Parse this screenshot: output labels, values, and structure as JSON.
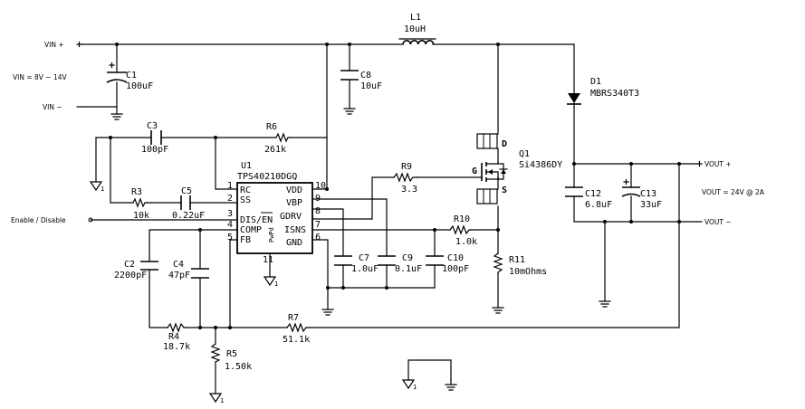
{
  "ports": {
    "vin_plus": "VIN +",
    "vin_minus": "VIN −",
    "vin_range": "VIN = 8V − 14V",
    "enable": "Enable / Disable",
    "vout_plus": "VOUT +",
    "vout_minus": "VOUT −",
    "vout_spec": "VOUT = 24V @ 2A"
  },
  "ic": {
    "ref": "U1",
    "part": "TPS40210DGQ",
    "pins_left": [
      {
        "name": "RC",
        "num": "1"
      },
      {
        "name": "SS",
        "num": "2"
      },
      {
        "name": "DIS/EN",
        "num": "3"
      },
      {
        "name": "COMP",
        "num": "4"
      },
      {
        "name": "FB",
        "num": "5"
      }
    ],
    "pins_right": [
      {
        "name": "VDD",
        "num": "10"
      },
      {
        "name": "VBP",
        "num": "9"
      },
      {
        "name": "GDRV",
        "num": "8"
      },
      {
        "name": "ISNS",
        "num": "7"
      },
      {
        "name": "GND",
        "num": "6"
      }
    ],
    "pad_label": "PwPd",
    "pad_num": "11"
  },
  "components": {
    "C1": {
      "ref": "C1",
      "value": "100uF"
    },
    "C8": {
      "ref": "C8",
      "value": "10uF"
    },
    "L1": {
      "ref": "L1",
      "value": "10uH"
    },
    "D1": {
      "ref": "D1",
      "value": "MBRS340T3"
    },
    "C3": {
      "ref": "C3",
      "value": "100pF"
    },
    "R6": {
      "ref": "R6",
      "value": "261k"
    },
    "R3": {
      "ref": "R3",
      "value": "10k"
    },
    "C5": {
      "ref": "C5",
      "value": "0.22uF"
    },
    "R9": {
      "ref": "R9",
      "value": "3.3"
    },
    "Q1": {
      "ref": "Q1",
      "value": "Si4386DY",
      "d": "D",
      "g": "G",
      "s": "S"
    },
    "C12": {
      "ref": "C12",
      "value": "6.8uF"
    },
    "C13": {
      "ref": "C13",
      "value": "33uF"
    },
    "R10": {
      "ref": "R10",
      "value": "1.0k"
    },
    "R11": {
      "ref": "R11",
      "value": "10mOhms"
    },
    "C7": {
      "ref": "C7",
      "value": "1.0uF"
    },
    "C9": {
      "ref": "C9",
      "value": "0.1uF"
    },
    "C10": {
      "ref": "C10",
      "value": "100pF"
    },
    "C2": {
      "ref": "C2",
      "value": "2200pF"
    },
    "C4": {
      "ref": "C4",
      "value": "47pF"
    },
    "R4": {
      "ref": "R4",
      "value": "18.7k"
    },
    "R7": {
      "ref": "R7",
      "value": "51.1k"
    },
    "R5": {
      "ref": "R5",
      "value": "1.50k"
    }
  },
  "ground_sub": "1"
}
